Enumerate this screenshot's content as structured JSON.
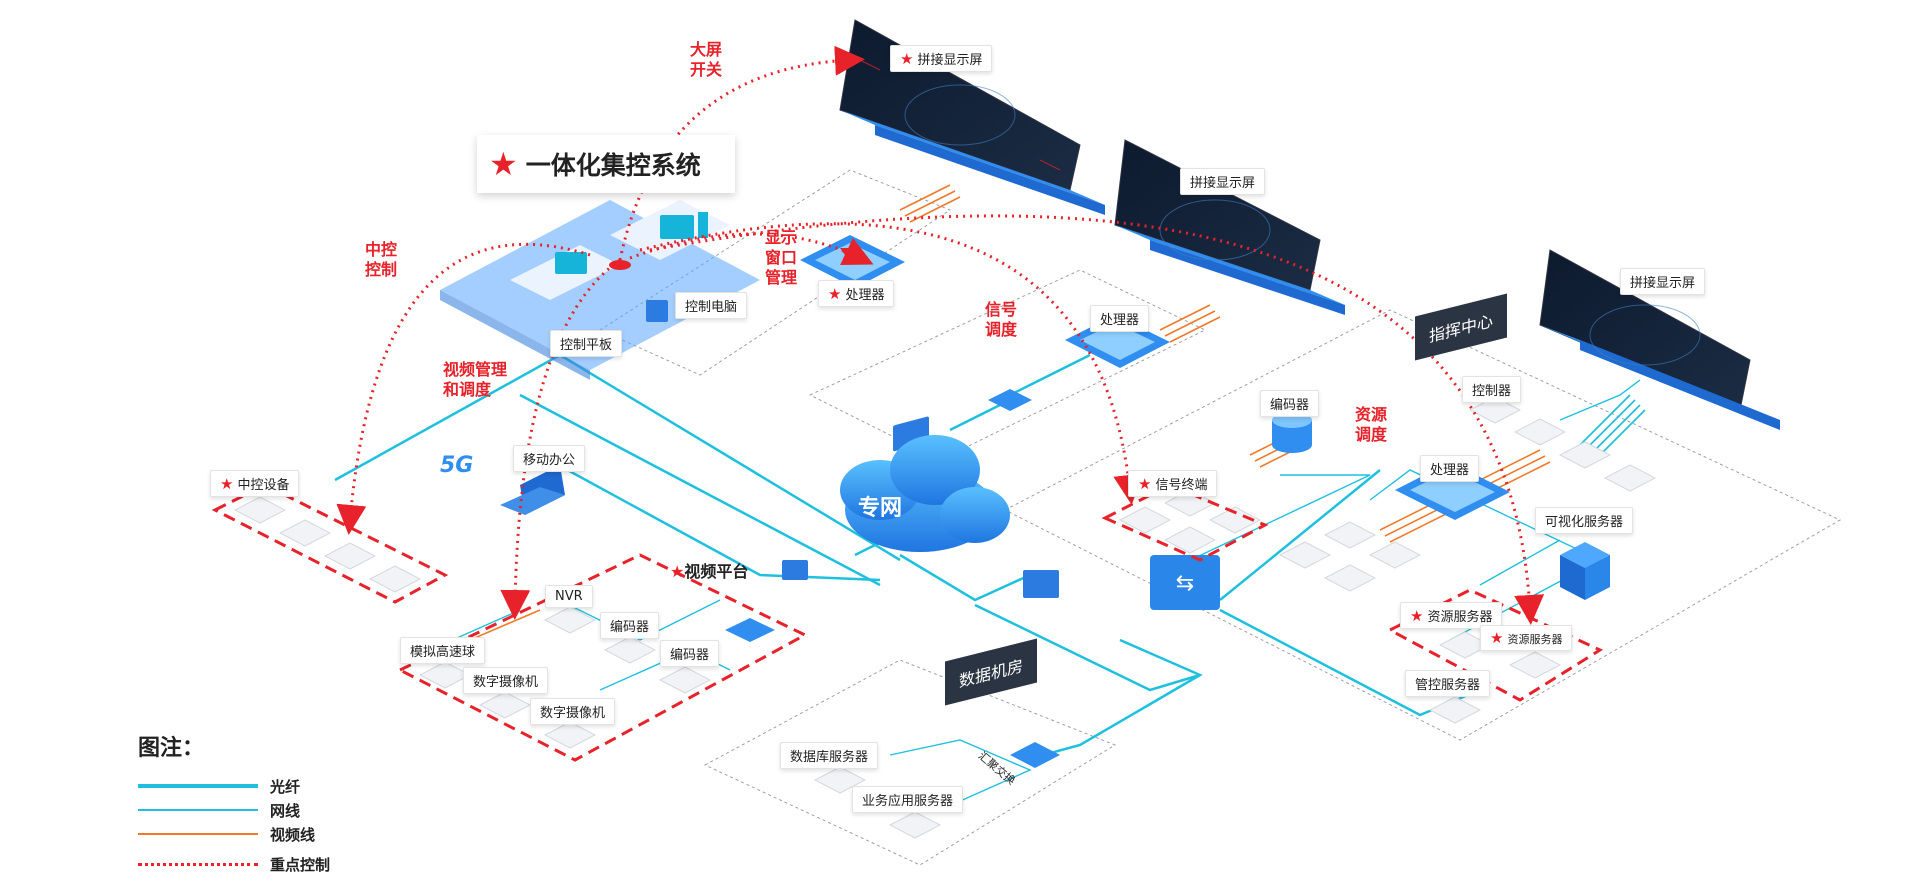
{
  "title": "一体化集控系统",
  "displays": [
    {
      "label": "拼接显示屏",
      "starred": true
    },
    {
      "label": "拼接显示屏",
      "starred": false
    },
    {
      "label": "拼接显示屏",
      "starred": false
    }
  ],
  "control_room": {
    "tablet": "控制平板",
    "pc": "控制电脑",
    "processor": "处理器"
  },
  "red_labels": {
    "big_screen": "大屏\n开关",
    "central": "中控\n控制",
    "window": "显示\n窗口\n管理",
    "signal": "信号\n调度",
    "video_mgmt": "视频管理\n和调度",
    "resource": "资源\n调度"
  },
  "network": {
    "cloud": "专网",
    "mobile": "移动办公",
    "g5": "5G"
  },
  "central_devices": "中控设备",
  "video_platform": {
    "title": "视频平台",
    "nvr": "NVR",
    "encoder1": "编码器",
    "encoder2": "编码器",
    "dome": "模拟高速球",
    "camera1": "数字摄像机",
    "camera2": "数字摄像机"
  },
  "mid": {
    "processor": "处理器"
  },
  "command_center": {
    "title": "指挥中心",
    "encoder": "编码器",
    "signal_terminal": "信号终端",
    "controller": "控制器",
    "processor": "处理器",
    "vis_server": "可视化服务器",
    "resource_server1": "资源服务器",
    "resource_server2": "资源服务器",
    "mgmt_server": "管控服务器"
  },
  "data_room": {
    "title": "数据机房",
    "db_server": "数据库服务器",
    "app_server": "业务应用服务器",
    "switch": "汇聚交换"
  },
  "legend": {
    "title": "图注：",
    "items": [
      {
        "label": "光纤",
        "color": "#1ec0de",
        "style": "thick"
      },
      {
        "label": "网线",
        "color": "#1ec0de",
        "style": "thin"
      },
      {
        "label": "视频线",
        "color": "#f07a2a",
        "style": "thin"
      },
      {
        "label": "重点控制",
        "color": "#e8222a",
        "style": "dotted"
      }
    ]
  },
  "colors": {
    "fiber": "#1ec0de",
    "video": "#f07a2a",
    "key": "#e8222a",
    "screen_base": "#2f8ef0"
  }
}
